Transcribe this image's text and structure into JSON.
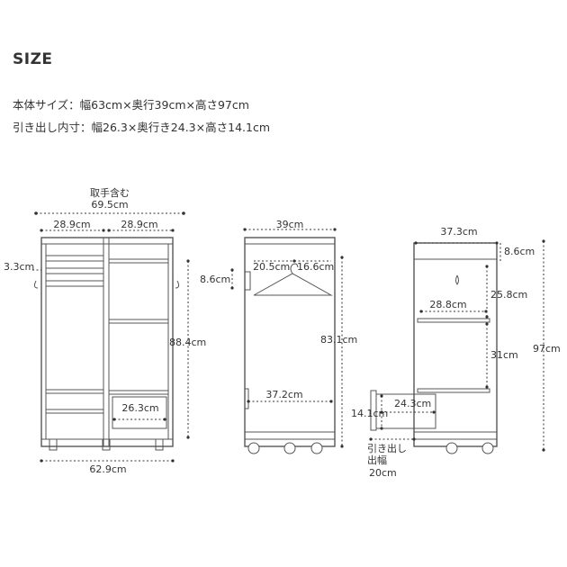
{
  "header": {
    "title": "SIZE",
    "body_size": "本体サイズ：幅63cm×奥行39cm×高さ97cm",
    "drawer_size": "引き出し内寸：幅26.3×奥行き24.3×高さ14.1cm"
  },
  "front_view": {
    "handle_label": "取手含む",
    "overall_with_handles": "69.5cm",
    "left_width": "28.9cm",
    "right_width": "28.9cm",
    "handle_depth": "3.3cm",
    "inner_height": "88.4cm",
    "drawer_width": "26.3cm",
    "body_width": "62.9cm"
  },
  "side_view": {
    "depth": "39cm",
    "top_gap": "8.6cm",
    "hanger_left": "20.5cm",
    "hanger_right": "16.6cm",
    "inner_height": "83.1cm",
    "inner_depth": "37.2cm"
  },
  "section_view": {
    "inner_depth": "37.3cm",
    "top_gap": "8.6cm",
    "shelf_depth": "28.8cm",
    "upper_height": "25.8cm",
    "lower_height": "31cm",
    "total_height": "97cm",
    "drawer_depth": "24.3cm",
    "drawer_height": "14.1cm",
    "drawer_pull_label": "引き出し",
    "drawer_pull_label2": "出幅",
    "drawer_pull_value": "20cm"
  }
}
